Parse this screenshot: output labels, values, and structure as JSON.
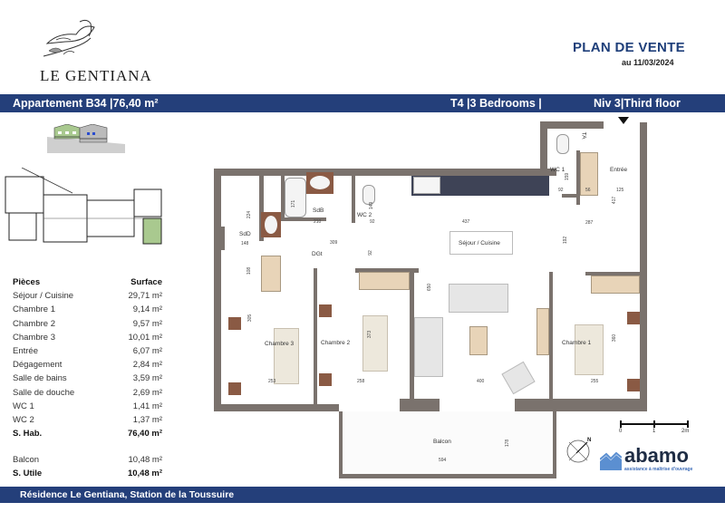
{
  "header": {
    "brand": "LE GENTIANA",
    "plan_title": "PLAN DE VENTE",
    "plan_date": "au 11/03/2024"
  },
  "band": {
    "apartment": "Appartement  B34 |76,40 m²",
    "type": "T4 |3 Bedrooms |",
    "level": "Niv 3|Third floor"
  },
  "surfaces": {
    "header_room": "Pièces",
    "header_surface": "Surface",
    "rows": [
      {
        "room": "Séjour / Cuisine",
        "surface": "29,71 m²"
      },
      {
        "room": "Chambre 1",
        "surface": "9,14 m²"
      },
      {
        "room": "Chambre 2",
        "surface": "9,57 m²"
      },
      {
        "room": "Chambre 3",
        "surface": "10,01 m²"
      },
      {
        "room": "Entrée",
        "surface": "6,07 m²"
      },
      {
        "room": "Dégagement",
        "surface": "2,84 m²"
      },
      {
        "room": "Salle de bains",
        "surface": "3,59 m²"
      },
      {
        "room": "Salle de douche",
        "surface": "2,69 m²"
      },
      {
        "room": "WC 1",
        "surface": "1,41 m²"
      },
      {
        "room": "WC 2",
        "surface": "1,37 m²"
      }
    ],
    "total_hab": {
      "room": "S. Hab.",
      "surface": "76,40 m²"
    },
    "balcon": {
      "room": "Balcon",
      "surface": "10,48 m²"
    },
    "total_utile": {
      "room": "S. Utile",
      "surface": "10,48 m²"
    }
  },
  "plan": {
    "rooms": {
      "sejour": "Séjour / Cuisine",
      "chambre1": "Chambre 1",
      "chambre2": "Chambre 2",
      "chambre3": "Chambre 3",
      "entree": "Entrée",
      "sdb": "SdB",
      "sdd": "SdD",
      "wc1": "WC 1",
      "wc2": "WC 2",
      "dgt": "DGt",
      "balcon": "Balcon",
      "ta": "TA"
    },
    "dims": {
      "d224": "224",
      "d148": "148",
      "d108": "108",
      "d171": "171",
      "d210": "210",
      "d309": "309",
      "d149": "149",
      "d92a": "92",
      "d92b": "92",
      "d437": "437",
      "d287": "287",
      "d192": "192",
      "d650": "650",
      "d305": "305",
      "d373": "373",
      "d253": "253",
      "d258": "258",
      "d400": "400",
      "d360": "360",
      "d255": "255",
      "d159": "159",
      "d92c": "92",
      "d56": "56",
      "d125": "125",
      "d417": "417",
      "d594": "594",
      "d178": "178"
    },
    "scale": {
      "s0": "0",
      "s1": "1",
      "s2": "2m"
    },
    "north": "N"
  },
  "brand_footer": {
    "company": "abamo",
    "tagline": "assistance à maîtrise d'ouvrage"
  },
  "footer": {
    "address": "Résidence Le Gentiana, Station de la Toussuire"
  },
  "colors": {
    "band": "#243f7a",
    "title": "#1f3f7a",
    "wall": "#7a726d",
    "highlight": "#a9c98f"
  }
}
